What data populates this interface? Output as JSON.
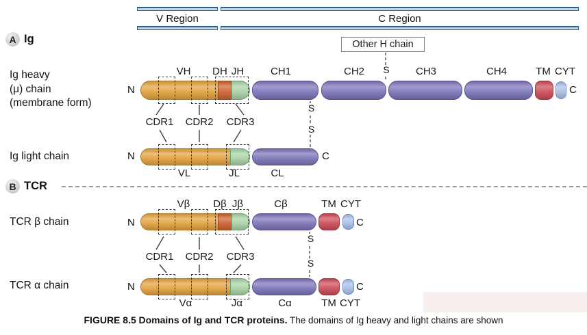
{
  "colors": {
    "segment-v-orange": "#e2a23e",
    "segment-v-border": "#af751f",
    "segment-d-red": "#cd6230",
    "segment-d-border": "#9d4a19",
    "segment-j-green": "#a9d2a5",
    "segment-j-border": "#6ba06f",
    "segment-c-purple": "#7b73b8",
    "segment-c-border": "#555096",
    "segment-tm-red": "#cd4b55",
    "segment-tm-border": "#9b323e",
    "segment-cyt-blue": "#abbfe7",
    "segment-cyt-border": "#7288c7",
    "bracket-fill": "#c2d9ec",
    "bracket-line": "#2d5f8e",
    "dashed-outline": "#333333",
    "divider-gray": "#9a9a9a",
    "highlight-pink": "#f7eeee",
    "text": "#1a1a1a"
  },
  "region_headers": {
    "v": "V Region",
    "c": "C Region"
  },
  "panel_a": {
    "marker": "A",
    "title": "Ig",
    "other_h_chain": "Other H chain",
    "s_other": "S",
    "ss_top": "S",
    "ss_bottom": "S",
    "heavy": {
      "name": "Ig heavy\n(μ) chain\n(membrane form)",
      "n": "N",
      "c": "C",
      "labels": {
        "vh": "VH",
        "dh": "DH",
        "jh": "JH",
        "ch1": "CH1",
        "ch2": "CH2",
        "ch3": "CH3",
        "ch4": "CH4",
        "tm": "TM",
        "cyt": "CYT"
      }
    },
    "cdr": {
      "cdr1": "CDR1",
      "cdr2": "CDR2",
      "cdr3": "CDR3"
    },
    "light": {
      "name": "Ig light chain",
      "n": "N",
      "c": "C",
      "labels": {
        "vl": "VL",
        "jl": "JL",
        "cl": "CL"
      }
    }
  },
  "panel_b": {
    "marker": "B",
    "title": "TCR",
    "ss_top": "S",
    "ss_bottom": "S",
    "beta": {
      "name": "TCR β chain",
      "n": "N",
      "c": "C",
      "labels": {
        "vb": "Vβ",
        "db": "Dβ",
        "jb": "Jβ",
        "cb": "Cβ",
        "tm": "TM",
        "cyt": "CYT"
      }
    },
    "cdr": {
      "cdr1": "CDR1",
      "cdr2": "CDR2",
      "cdr3": "CDR3"
    },
    "alpha": {
      "name": "TCR α chain",
      "n": "N",
      "c": "C",
      "labels": {
        "va": "Vα",
        "ja": "Jα",
        "ca": "Cα",
        "tm": "TM",
        "cyt": "CYT"
      }
    }
  },
  "caption": {
    "figure_label": "FIGURE 8.5",
    "title_bold": "Domains of Ig and TCR proteins.",
    "text": "The domains of Ig heavy and light chains are shown"
  }
}
